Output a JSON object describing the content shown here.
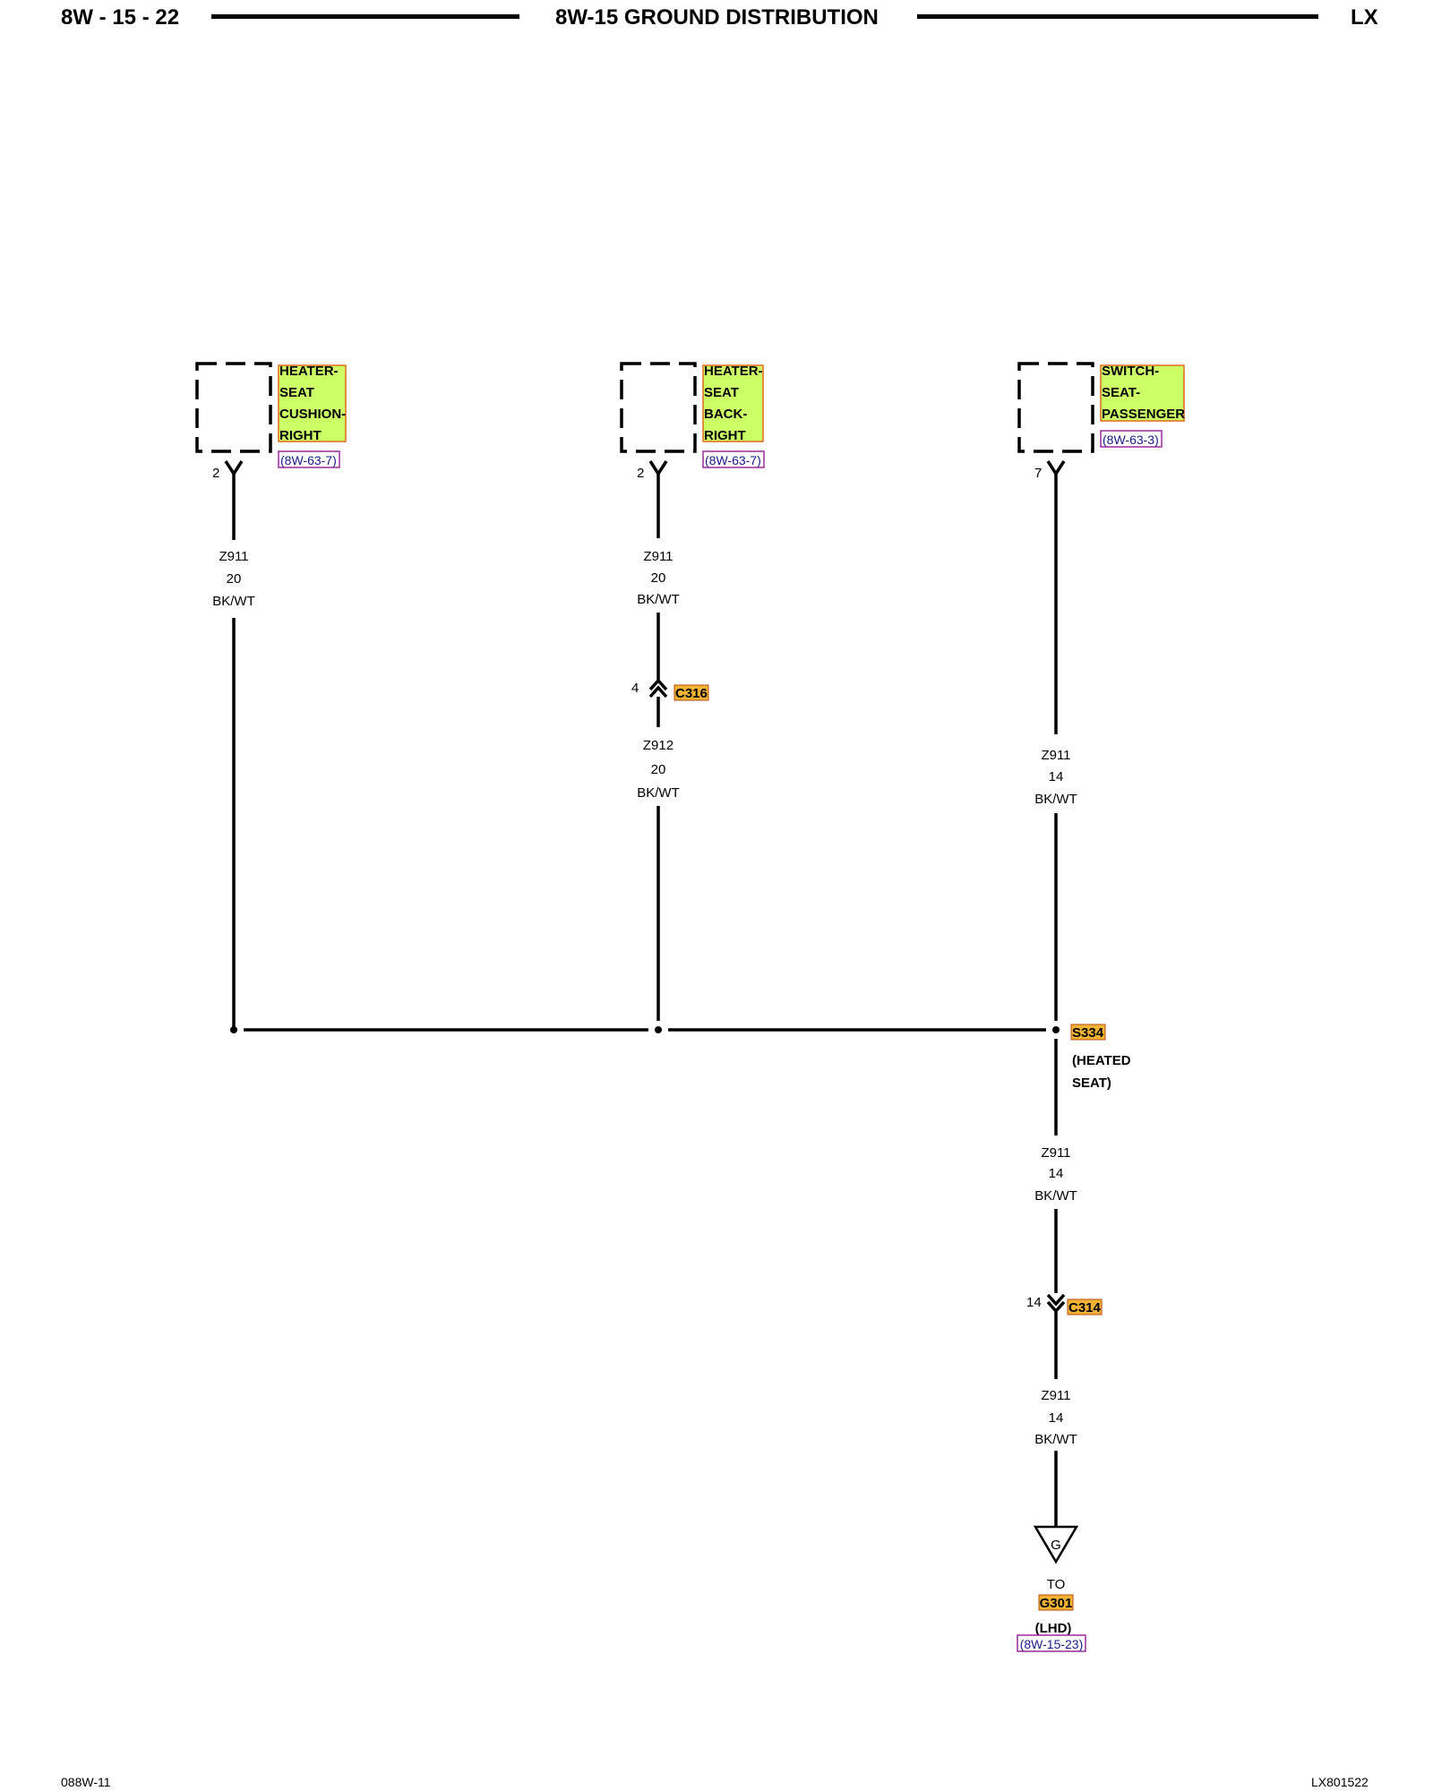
{
  "header": {
    "page_number": "8W - 15 - 22",
    "title": "8W-15 GROUND DISTRIBUTION",
    "model": "LX"
  },
  "components": [
    {
      "lines": [
        "HEATER-",
        "SEAT",
        "CUSHION-",
        "RIGHT"
      ],
      "ref": "(8W-63-7)",
      "pin": "2"
    },
    {
      "lines": [
        "HEATER-",
        "SEAT",
        "BACK-",
        "RIGHT"
      ],
      "ref": "(8W-63-7)",
      "pin": "2"
    },
    {
      "lines": [
        "SWITCH-",
        "SEAT-",
        "PASSENGER"
      ],
      "ref": "(8W-63-3)",
      "pin": "7"
    }
  ],
  "wires": {
    "left": {
      "circuit": "Z911",
      "gauge": "20",
      "color": "BK/WT"
    },
    "mid_upper": {
      "circuit": "Z911",
      "gauge": "20",
      "color": "BK/WT"
    },
    "mid_lower": {
      "circuit": "Z912",
      "gauge": "20",
      "color": "BK/WT"
    },
    "right_upper": {
      "circuit": "Z911",
      "gauge": "14",
      "color": "BK/WT"
    },
    "right_mid": {
      "circuit": "Z911",
      "gauge": "14",
      "color": "BK/WT"
    },
    "right_lower": {
      "circuit": "Z911",
      "gauge": "14",
      "color": "BK/WT"
    }
  },
  "connectors": {
    "c316": {
      "id": "C316",
      "pin": "4"
    },
    "c314": {
      "id": "C314",
      "pin": "14"
    }
  },
  "splice": {
    "id": "S334",
    "desc_line1": "(HEATED",
    "desc_line2": "SEAT)"
  },
  "ground": {
    "symbol": "G",
    "to": "TO",
    "id": "G301",
    "variant": "(LHD)",
    "ref": "(8W-15-23)"
  },
  "footer": {
    "left": "088W-11",
    "right": "LX801522"
  },
  "colors": {
    "label_fill": "#ccff66",
    "label_border": "#e06a1a",
    "connector_fill": "#f2b233",
    "ref_border": "#9b2a9b",
    "ref_text": "#1a1a8c"
  }
}
